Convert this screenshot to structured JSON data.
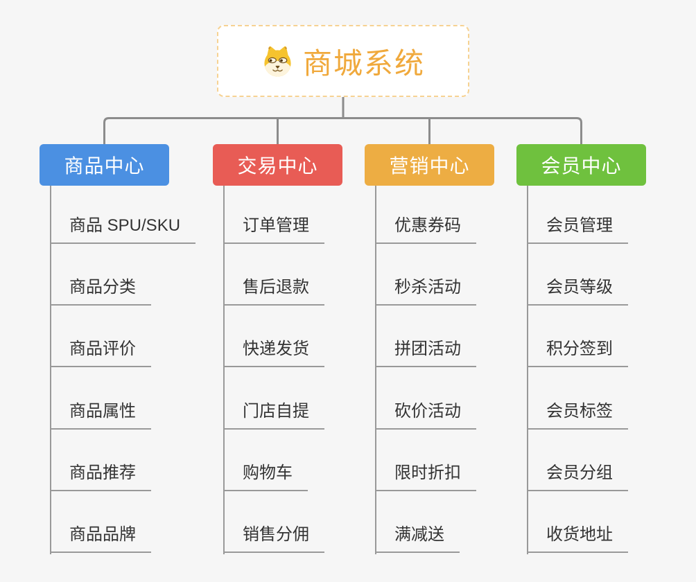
{
  "page": {
    "background": "#f6f6f6"
  },
  "root": {
    "title": "商城系统",
    "icon": "dog-face-icon",
    "accent_color": "#f0a93c",
    "border_color": "#f6d292"
  },
  "branches": [
    {
      "label": "商品中心",
      "color": "#4b90e2",
      "items": [
        "商品 SPU/SKU",
        "商品分类",
        "商品评价",
        "商品属性",
        "商品推荐",
        "商品品牌"
      ]
    },
    {
      "label": "交易中心",
      "color": "#e85c55",
      "items": [
        "订单管理",
        "售后退款",
        "快递发货",
        "门店自提",
        "购物车",
        "销售分佣"
      ]
    },
    {
      "label": "营销中心",
      "color": "#edad43",
      "items": [
        "优惠券码",
        "秒杀活动",
        "拼团活动",
        "砍价活动",
        "限时折扣",
        "满减送"
      ]
    },
    {
      "label": "会员中心",
      "color": "#6fc13e",
      "items": [
        "会员管理",
        "会员等级",
        "积分签到",
        "会员标签",
        "会员分组",
        "收货地址"
      ]
    }
  ]
}
